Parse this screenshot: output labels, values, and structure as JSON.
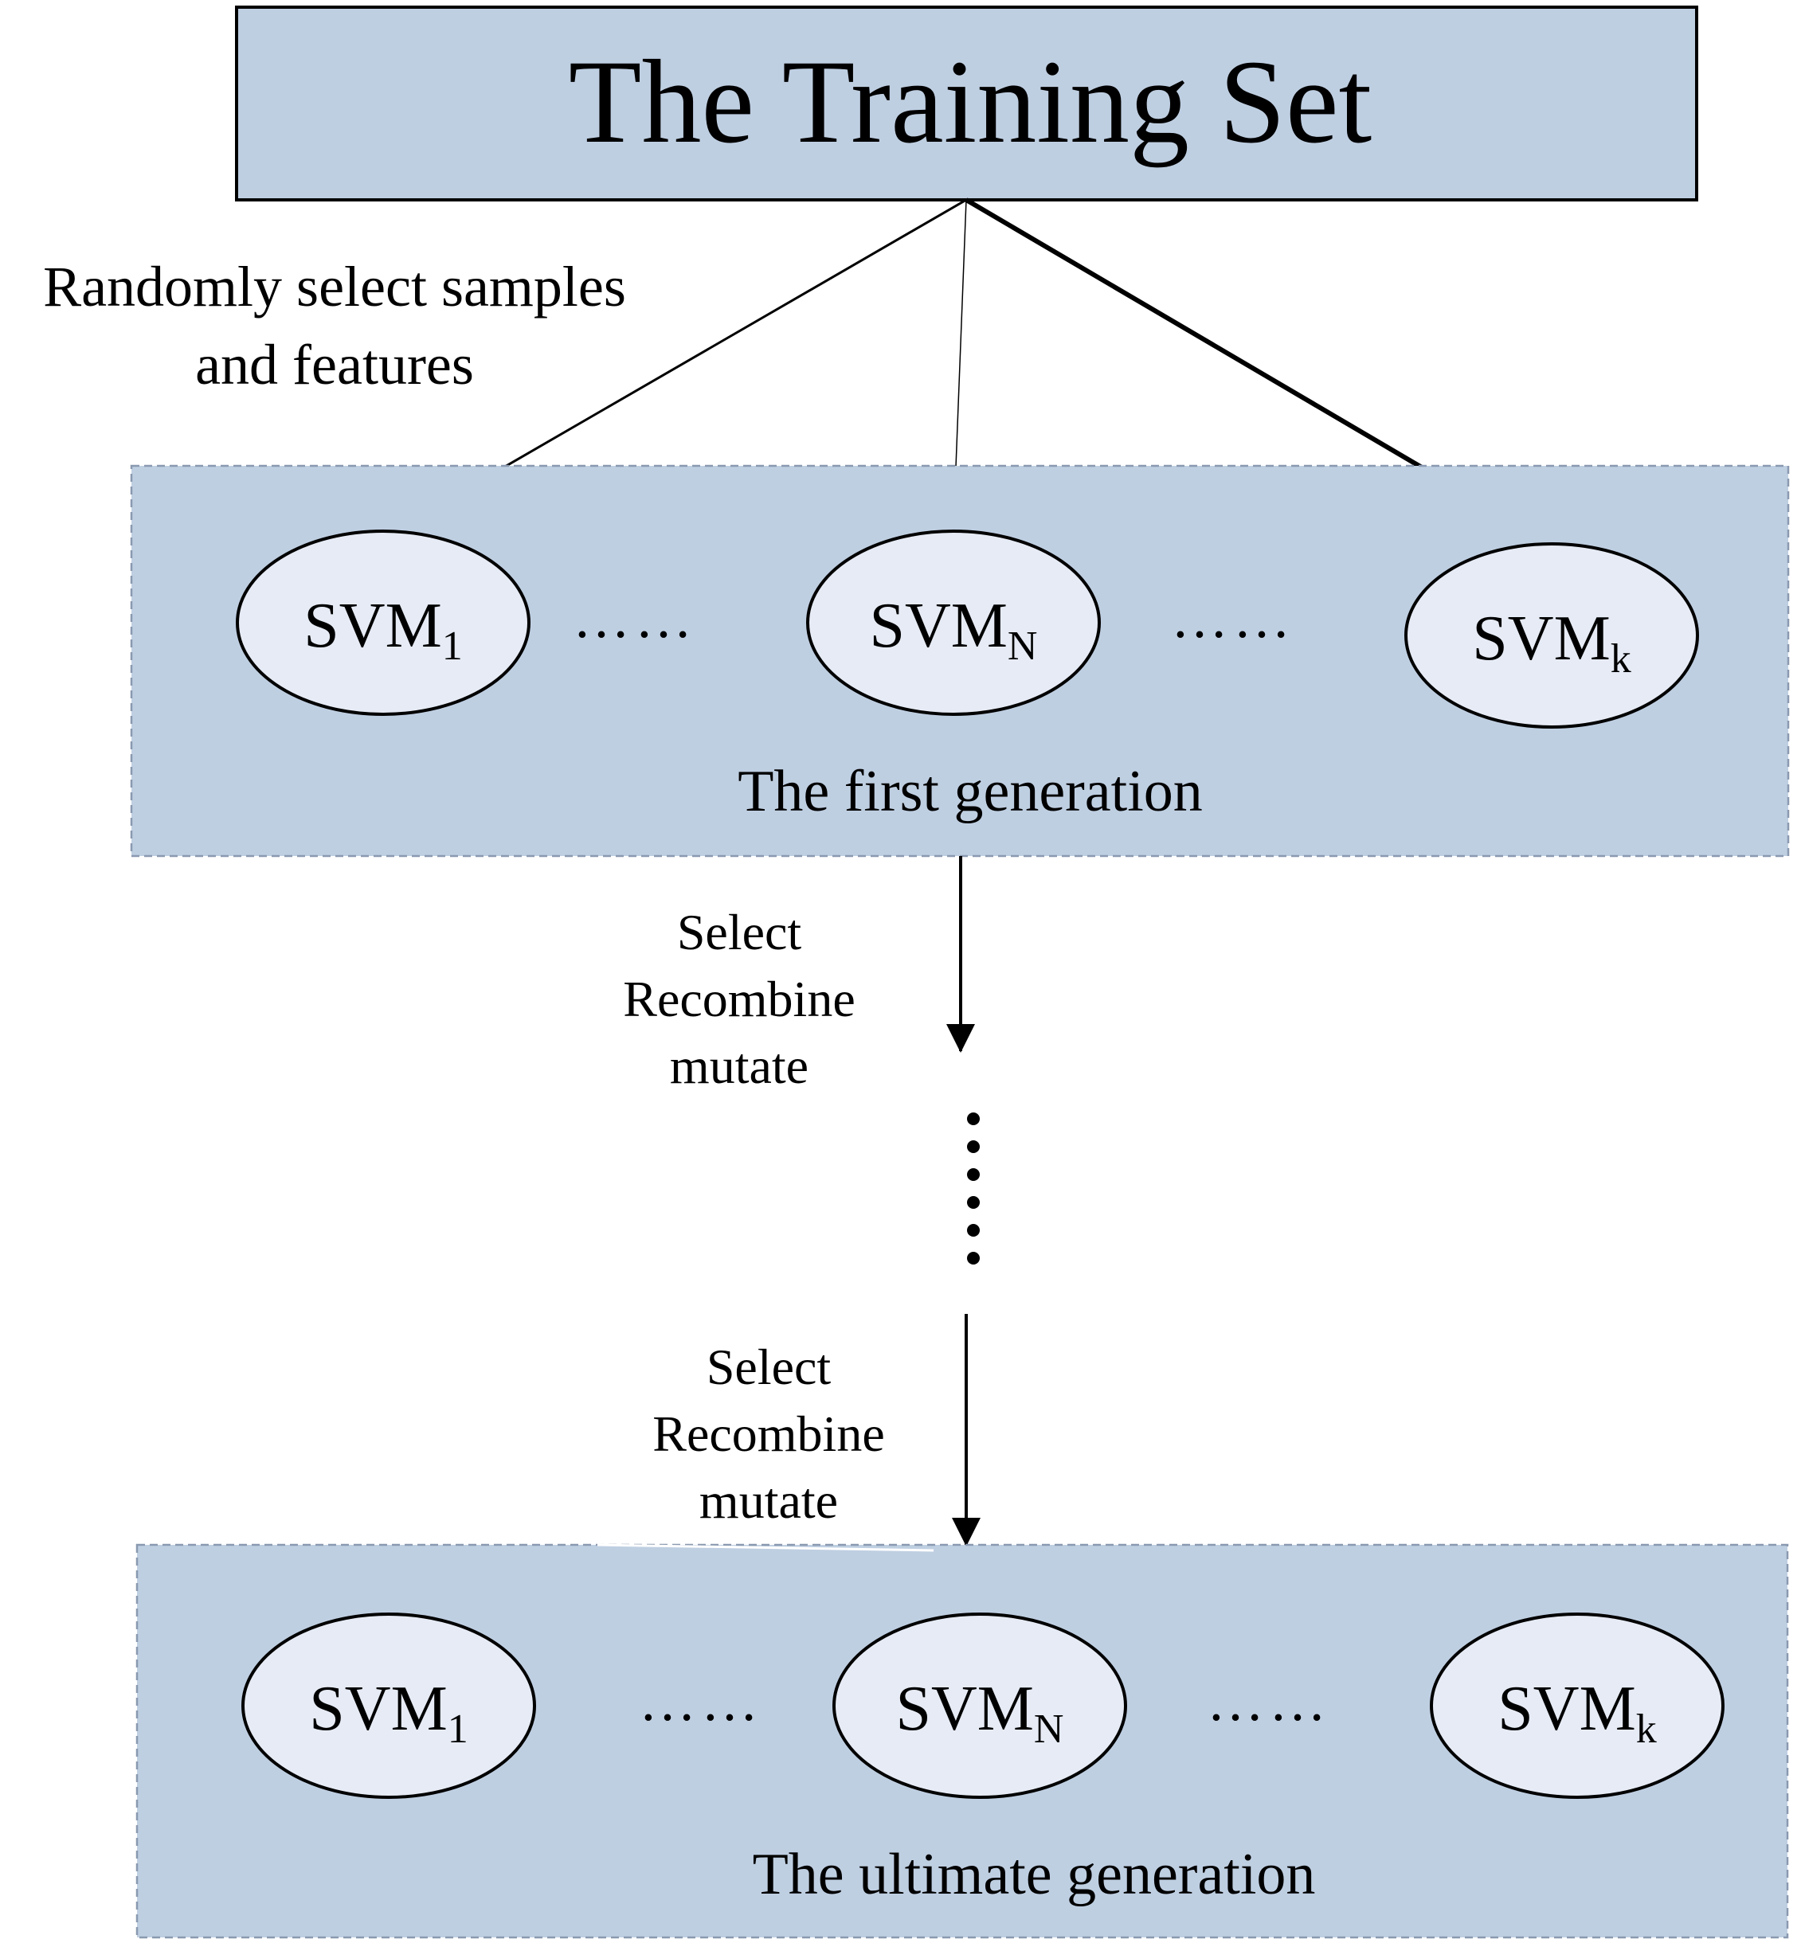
{
  "training_set": {
    "label": "The Training Set"
  },
  "sampling_label": {
    "line1": "Randomly select samples",
    "line2": "and features"
  },
  "first_generation": {
    "label": "The first generation",
    "nodes": [
      {
        "main": "SVM",
        "sub": "1"
      },
      {
        "main": "SVM",
        "sub": "N"
      },
      {
        "main": "SVM",
        "sub": "k"
      }
    ],
    "ellipsis": "……"
  },
  "evolution_step_1": {
    "line1": "Select",
    "line2": "Recombine",
    "line3": "mutate"
  },
  "evolution_step_2": {
    "line1": "Select",
    "line2": "Recombine",
    "line3": "mutate"
  },
  "ultimate_generation": {
    "label": "The ultimate generation",
    "nodes": [
      {
        "main": "SVM",
        "sub": "1"
      },
      {
        "main": "SVM",
        "sub": "N"
      },
      {
        "main": "SVM",
        "sub": "k"
      }
    ],
    "ellipsis": "……"
  },
  "colors": {
    "box_fill": "#bfcfe2",
    "node_fill": "#e6ebf5",
    "stroke": "#000000",
    "dashed_border": "#8a99b0"
  }
}
